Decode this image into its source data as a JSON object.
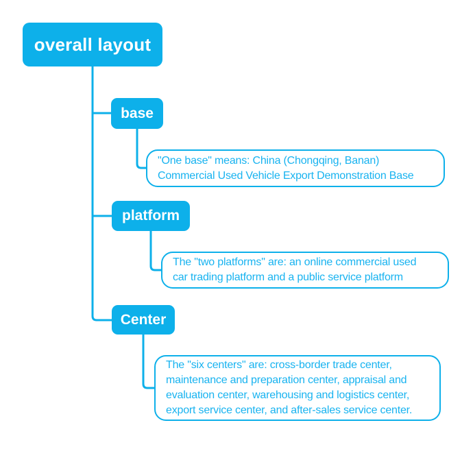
{
  "colors": {
    "accent": "#0db0ea",
    "note_text": "#18b3f0",
    "node_text": "#ffffff",
    "background": "#ffffff"
  },
  "tree": {
    "root": {
      "label": "overall layout"
    },
    "children": [
      {
        "label": "base",
        "note": {
          "lines": [
            "\"One base\" means: China (Chongqing, Banan)",
            "Commercial Used Vehicle Export Demonstration Base"
          ]
        }
      },
      {
        "label": "platform",
        "note": {
          "lines": [
            "The \"two platforms\" are: an online commercial used",
            "car trading platform and a public service platform"
          ]
        }
      },
      {
        "label": "Center",
        "note": {
          "lines": [
            "The \"six centers\" are: cross-border trade center,",
            "maintenance and preparation center, appraisal and",
            "evaluation center, warehousing and logistics center,",
            "export service center, and after-sales service center."
          ]
        }
      }
    ]
  }
}
